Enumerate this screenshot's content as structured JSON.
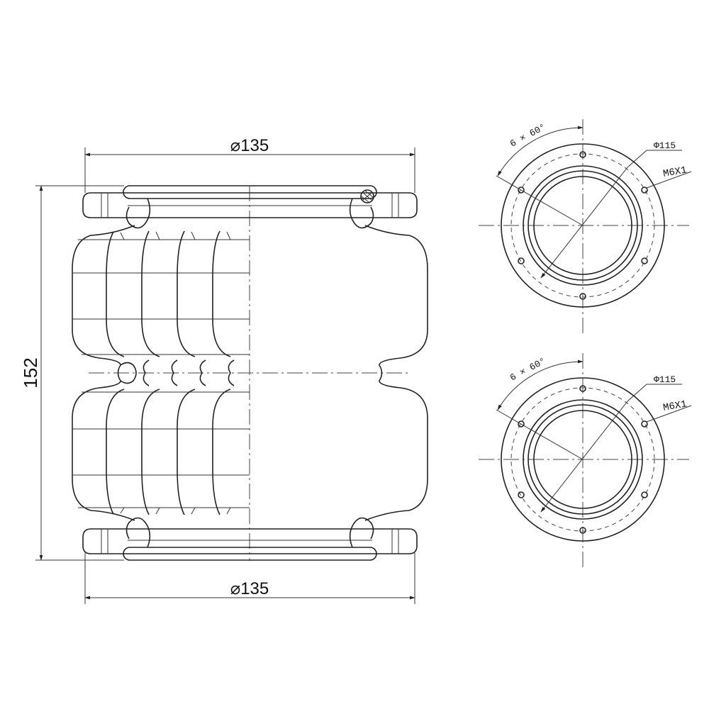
{
  "drawing": {
    "side_view": {
      "top_diameter_label": "⌀135",
      "bottom_diameter_label": "⌀135",
      "height_label": "152"
    },
    "top_flange_view": {
      "angle_label": "6 × 60°",
      "bolt_circle_label": "Φ115",
      "thread_label": "M6X1"
    },
    "bottom_flange_view": {
      "angle_label": "6 × 60°",
      "bolt_circle_label": "Φ115",
      "thread_label": "M6X1"
    }
  }
}
